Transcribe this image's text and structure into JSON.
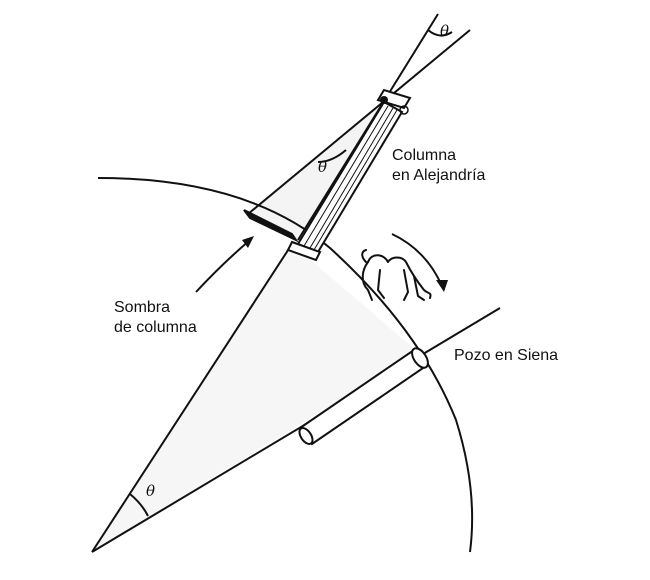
{
  "labels": {
    "column": [
      "Columna",
      "en Alejandría"
    ],
    "shadow": [
      "Sombra",
      "de columna"
    ],
    "well": "Pozo en Siena",
    "theta": "θ"
  },
  "colors": {
    "ink": "#111111",
    "fill": "#f6f6f6"
  }
}
